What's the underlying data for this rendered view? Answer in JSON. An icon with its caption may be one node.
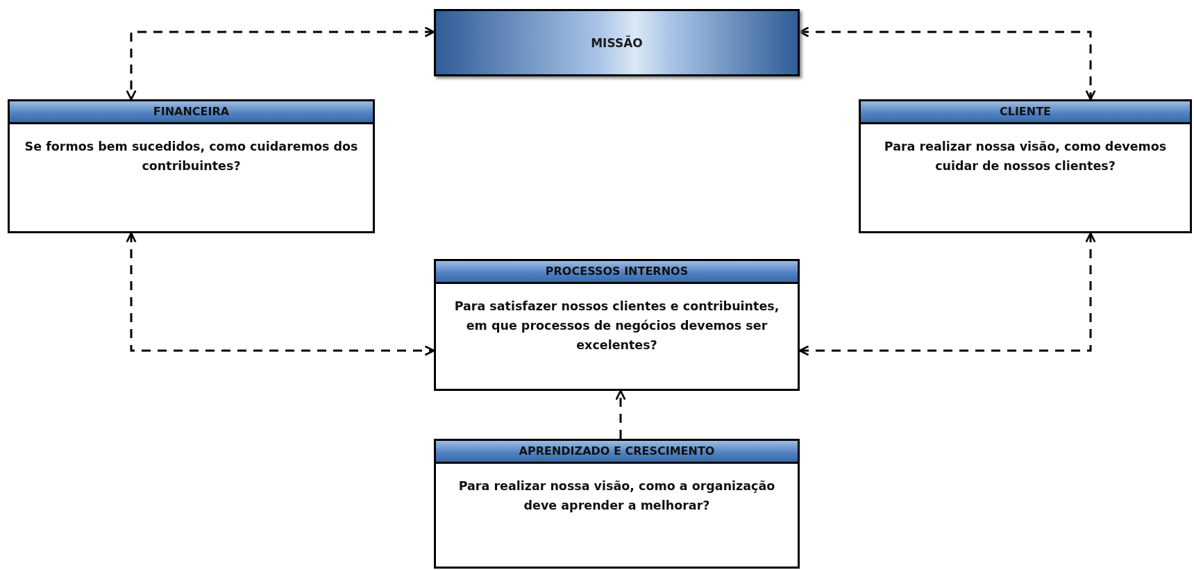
{
  "diagram": {
    "nodes": [
      {
        "text": [
          "MISSÃO"
        ]
      },
      {
        "text": [
          "FINANCEIRA",
          "Se formos bem sucedidos, como cuidaremos dos contribuintes?"
        ]
      },
      {
        "text": [
          "CLIENTE",
          "Para realizar nossa visão, como devemos cuidar de nossos clientes?"
        ]
      },
      {
        "text": [
          "PROCESSOS INTERNOS",
          "Para satisfazer nossos clientes e contribuintes, em que processos de negócios devemos ser excelentes?"
        ]
      },
      {
        "text": [
          "APRENDIZADO E CRESCIMENTO",
          "Para realizar nossa visão, como a organização deve aprender a melhorar?"
        ]
      }
    ],
    "edges": [
      {
        "from": 0,
        "to": 1,
        "arrow": "both",
        "style": "dashed"
      },
      {
        "from": 0,
        "to": 2,
        "arrow": "both",
        "style": "dashed"
      },
      {
        "from": 1,
        "to": 3,
        "arrow": "both",
        "style": "dashed"
      },
      {
        "from": 2,
        "to": 3,
        "arrow": "both",
        "style": "dashed"
      },
      {
        "from": 4,
        "to": 3,
        "arrow": "to",
        "style": "dashed"
      }
    ]
  }
}
